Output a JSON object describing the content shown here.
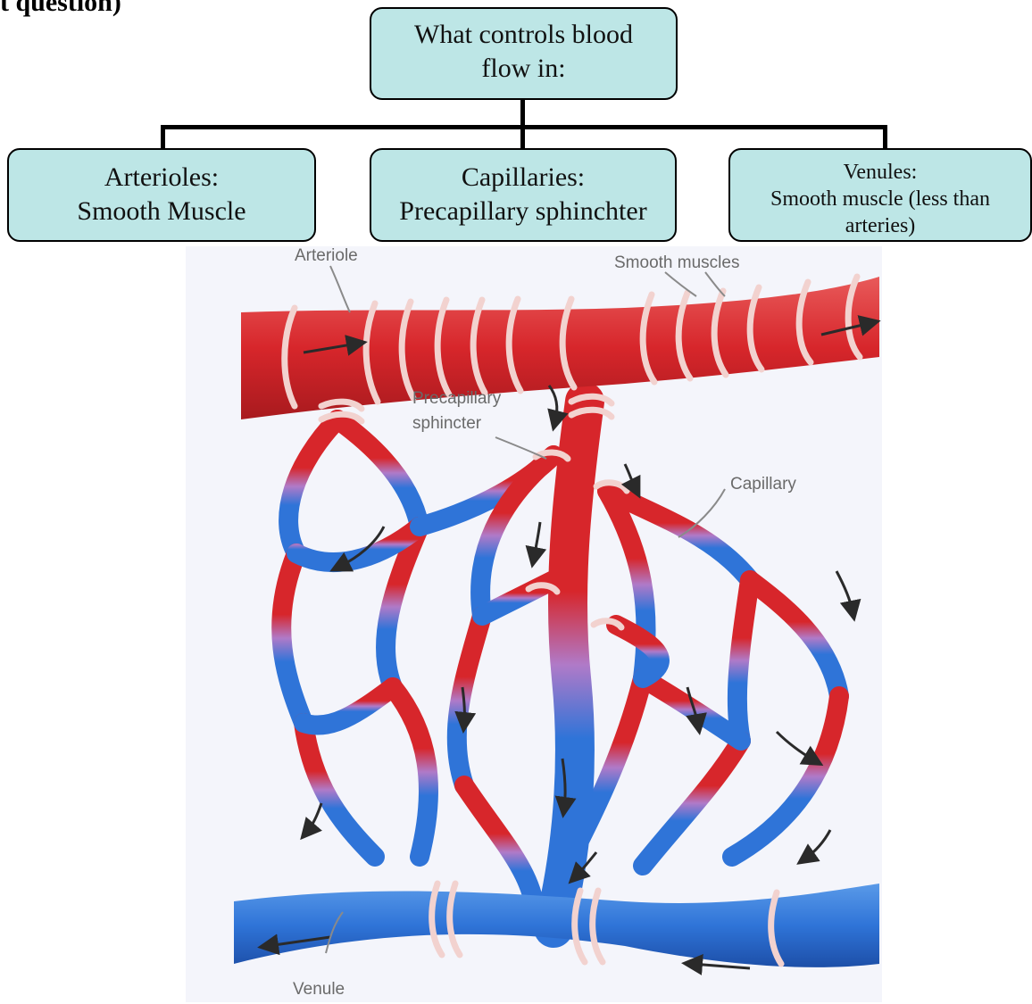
{
  "header_fragment": "t question)",
  "diagram": {
    "root": {
      "lines": [
        "What controls blood",
        "flow in:"
      ]
    },
    "children": [
      {
        "lines": [
          "Arterioles:",
          "Smooth Muscle"
        ]
      },
      {
        "lines": [
          "Capillaries:",
          "Precapillary sphinchter"
        ]
      },
      {
        "lines": [
          "Venules:",
          "Smooth muscle (less than",
          "arteries)"
        ]
      }
    ]
  },
  "illustration": {
    "labels": {
      "arteriole": "Arteriole",
      "smooth_muscles": "Smooth muscles",
      "precapillary_line1": "Precapillary",
      "precapillary_line2": "sphincter",
      "capillary": "Capillary",
      "venule": "Venule"
    },
    "colors": {
      "artery_red": "#d7262b",
      "vein_blue": "#2f74d8",
      "transition_purple": "#b07ac8",
      "smooth_muscle_band": "#f2d2cf"
    }
  }
}
